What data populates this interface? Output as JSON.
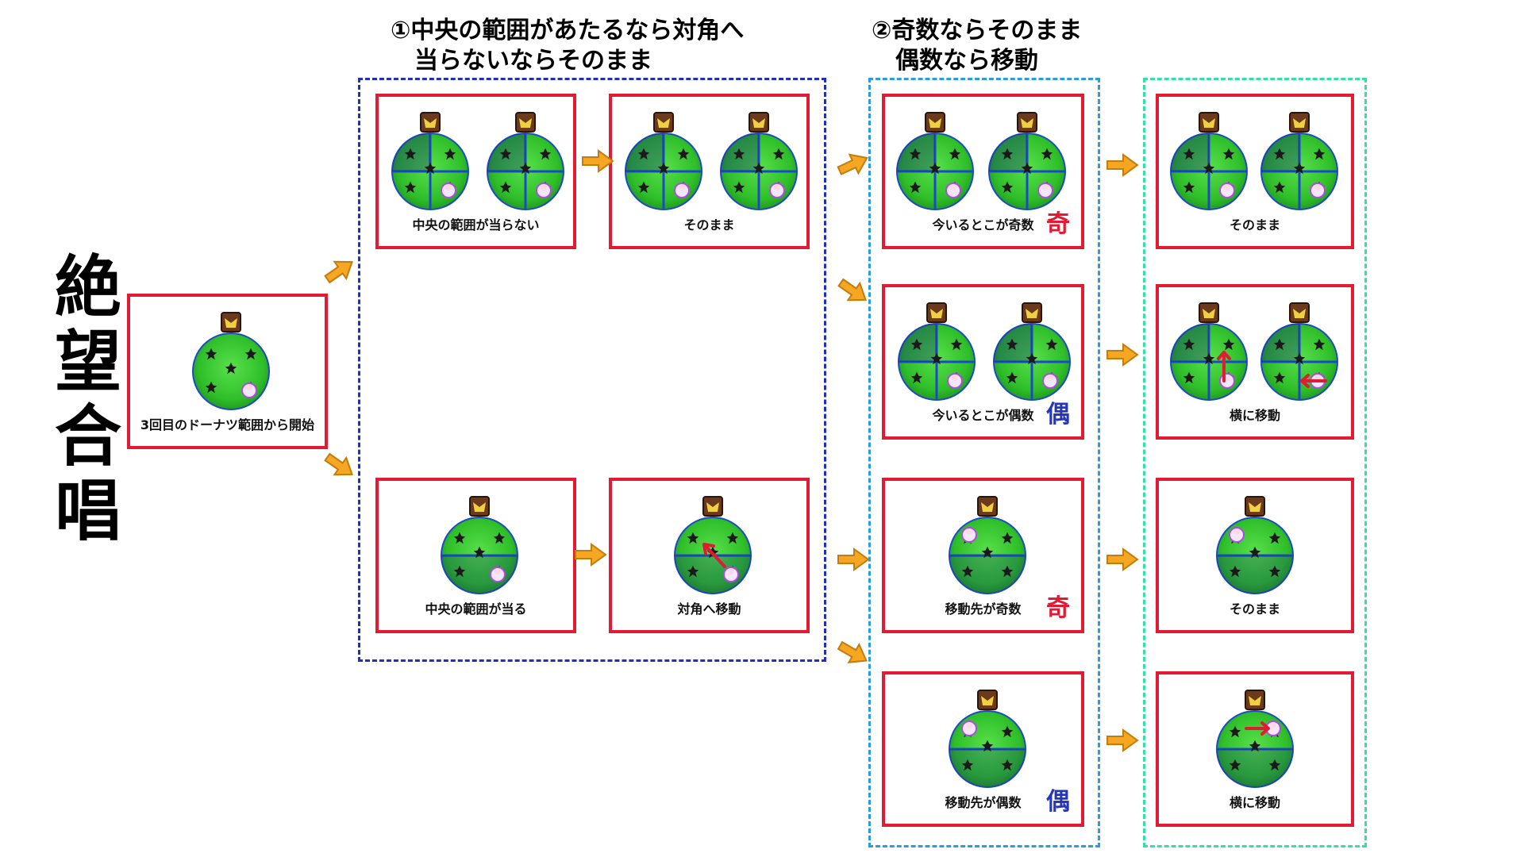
{
  "title_chars": [
    "絶",
    "望",
    "合",
    "唱"
  ],
  "headers": {
    "step1": "①中央の範囲があたるなら対角へ\n　当らないならそのまま",
    "step2": "②奇数ならそのまま\n　偶数なら移動"
  },
  "captions": {
    "start": "3回目のドーナツ範囲から開始",
    "center_miss": "中央の範囲が当らない",
    "stay_a": "そのまま",
    "center_hit": "中央の範囲が当る",
    "move_diag": "対角へ移動",
    "now_odd": "今いるとこが奇数",
    "now_even": "今いるとこが偶数",
    "dest_odd": "移動先が奇数",
    "dest_even": "移動先が偶数",
    "stay_b": "そのまま",
    "side_move_a": "横に移動",
    "stay_c": "そのまま",
    "side_move_b": "横に移動"
  },
  "tags": {
    "odd": "奇",
    "even": "偶"
  },
  "icons": {
    "boss": "boss-marker-icon",
    "arena": "arena-circle-icon",
    "player": "player-character-icon",
    "flow_arrow": "orange-flow-arrow-icon",
    "move_arrow": "red-move-arrow-icon"
  },
  "colors": {
    "panel_border": "#e01b33",
    "group1_border": "#1f2fc4",
    "group2_border": "#2a9de0",
    "group3_border": "#33e0a8",
    "flow_arrow": "#f5a623",
    "arena_green": "#2fbf2a",
    "quadrant_line": "#1c49c9",
    "odd_tag": "#e01b33",
    "even_tag": "#2636b8"
  }
}
